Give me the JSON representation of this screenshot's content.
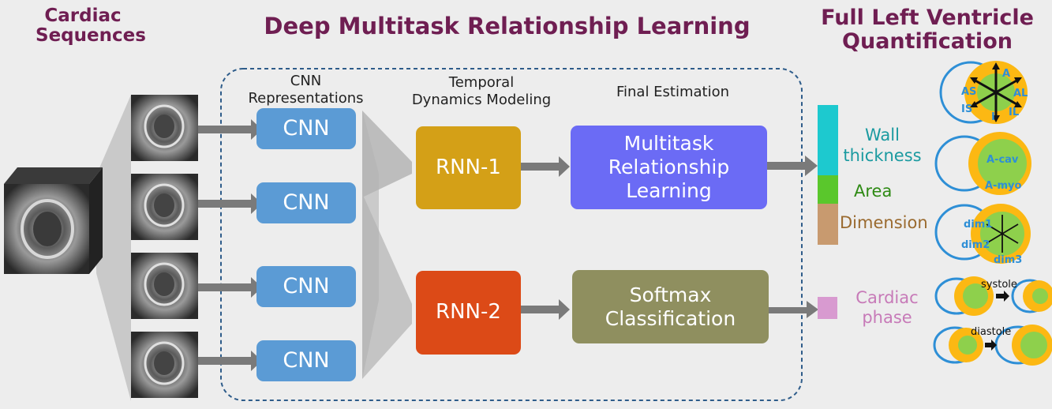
{
  "titles": {
    "left": "Cardiac\nSequences",
    "center": "Deep Multitask Relationship Learning",
    "right": "Full Left Ventricle\nQuantification"
  },
  "stages": {
    "cnn": "CNN\nRepresentations",
    "temporal": "Temporal\nDynamics Modeling",
    "final": "Final Estimation"
  },
  "cnn_blocks": [
    "CNN",
    "CNN",
    "CNN",
    "CNN"
  ],
  "rnn1": "RNN-1",
  "rnn2": "RNN-2",
  "multitask": "Multitask\nRelationship\nLearning",
  "softmax": "Softmax\nClassification",
  "outputs": {
    "wall": "Wall\nthickness",
    "area": "Area",
    "dimension": "Dimension",
    "phase": "Cardiac\nphase"
  },
  "lv_labels": {
    "segments": [
      "A",
      "AS",
      "AL",
      "IS",
      "I",
      "IL"
    ],
    "area": [
      "A-cav",
      "A-myo"
    ],
    "dims": [
      "dim1",
      "dim2",
      "dim3"
    ],
    "phases": [
      "systole",
      "diastole"
    ]
  },
  "colors": {
    "title": "#6f1e52",
    "cnn": "#5b9bd5",
    "rnn1": "#d4a017",
    "rnn2": "#dc4a17",
    "multitask": "#6b6bf5",
    "softmax": "#8f8f5f",
    "wall": "#1dc9cf",
    "area": "#5ac72c",
    "dimension": "#c89a6f",
    "phase": "#d89ad0",
    "lv_ring": "#fcb813",
    "lv_cavity": "#8ed04c",
    "lv_outline": "#2e8fd6"
  }
}
